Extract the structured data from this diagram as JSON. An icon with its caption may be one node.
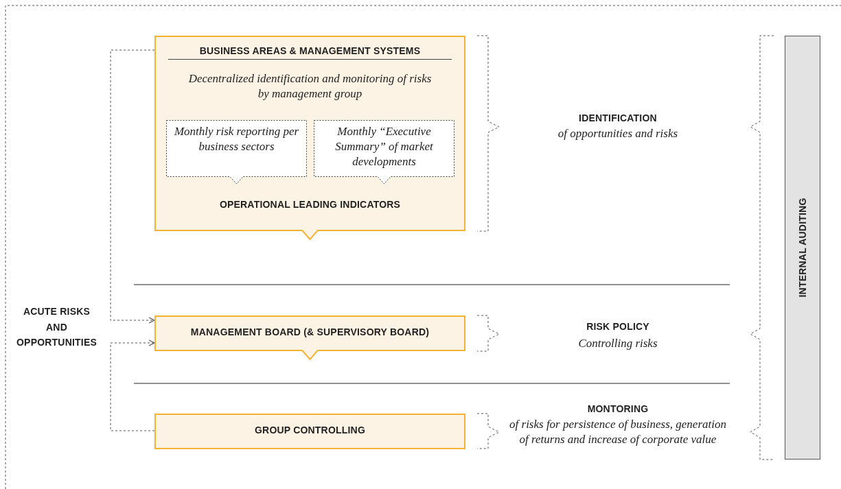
{
  "diagram": {
    "nodes": [
      {
        "text": [
          "BUSINESS AREAS & MANAGEMENT SYSTEMS",
          "Decentralized identification and monitoring of risks by management group",
          "OPERATIONAL LEADING INDICATORS"
        ]
      },
      {
        "text": [
          "Monthly risk reporting per business sectors"
        ],
        "in": 0
      },
      {
        "text": [
          "Monthly “Executive Summary” of market developments"
        ],
        "in": 0
      },
      {
        "text": [
          "MANAGEMENT BOARD (& SUPERVISORY BOARD)"
        ]
      },
      {
        "text": [
          "GROUP CONTROLLING"
        ]
      },
      {
        "text": [
          "IDENTIFICATION",
          "of opportunities and risks"
        ]
      },
      {
        "text": [
          "RISK POLICY",
          "Controlling risks"
        ]
      },
      {
        "text": [
          "MONTORING",
          "of risks for persistence of business, generation of returns and increase of corporate value"
        ]
      },
      {
        "text": [
          "INTERNAL AUDITING"
        ]
      }
    ],
    "edges": [
      {
        "from": 0,
        "to": 3,
        "arrow": "to",
        "style": "dashed"
      },
      {
        "from": 4,
        "to": 3,
        "arrow": "to",
        "style": "dashed"
      }
    ],
    "labels": [
      "ACUTE RISKS AND OPPORTUNITIES"
    ]
  }
}
